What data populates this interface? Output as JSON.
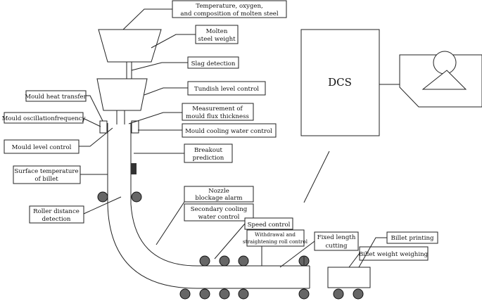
{
  "labels": {
    "temp_line1": "Temperature, oxygen,",
    "temp_line2": "and composition of molten steel",
    "molten_line1": "Molten",
    "molten_line2": "steel weight",
    "slag": "Slag detection",
    "tundish": "Tundish level control",
    "mould_heat": "Mould heat transfer",
    "flux_line1": "Measurement of",
    "flux_line2": "mould flux thickness",
    "mould_osc": "Mould oscillationfrequency",
    "mould_cooling": "Mould cooling water control",
    "mould_level": "Mould level control",
    "breakout_line1": "Breakout",
    "breakout_line2": "prediction",
    "surface_line1": "Surface temperature",
    "surface_line2": "of billet",
    "nozzle_line1": "Nozzle",
    "nozzle_line2": "blockage alarm",
    "secondary_line1": "Secondary cooling",
    "secondary_line2": "water control",
    "roller_line1": "Roller distance",
    "roller_line2": "detection",
    "speed": "Speed control",
    "withdrawal_line1": "Withdrawal and",
    "withdrawal_line2": "straightening roll control",
    "fixed_line1": "Fixed length",
    "fixed_line2": "cutting",
    "billet_printing": "Billet printing",
    "billet_weight": "Billet weight weighing",
    "dcs": "DCS"
  }
}
